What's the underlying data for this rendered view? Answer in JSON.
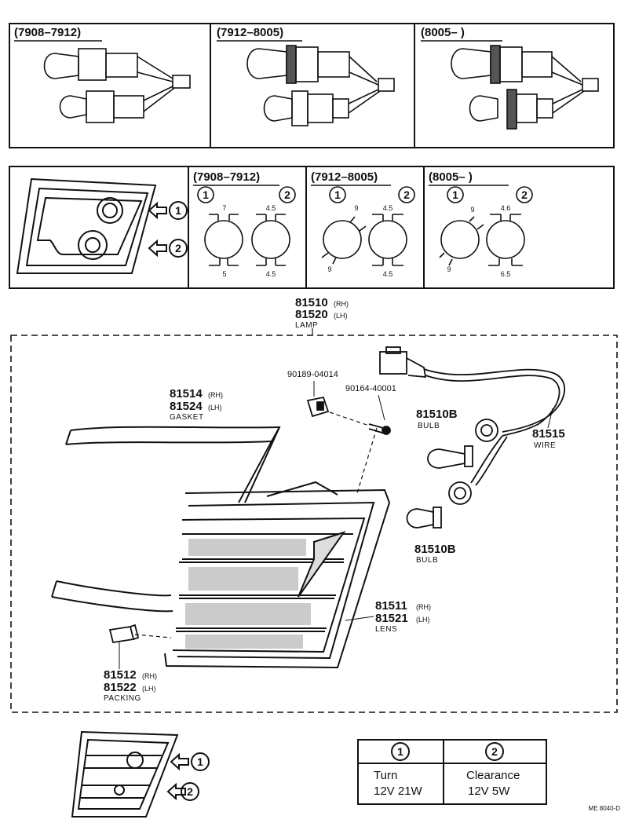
{
  "top_panels": [
    {
      "range": "(7908–7912)"
    },
    {
      "range": "(7912–8005)"
    },
    {
      "range": "(8005–       )"
    }
  ],
  "socket_panels": [
    {
      "range": "(7908–7912)",
      "dims_1": [
        "7",
        "5"
      ],
      "dims_2": [
        "4.5",
        "4.5"
      ]
    },
    {
      "range": "(7912–8005)",
      "dims_1": [
        "9",
        "9"
      ],
      "dims_2": [
        "4.5",
        "4.5"
      ]
    },
    {
      "range": "(8005–       )",
      "dims_1": [
        "9",
        "9"
      ],
      "dims_2": [
        "4.6",
        "6.5"
      ]
    }
  ],
  "markers": {
    "one": "1",
    "two": "2"
  },
  "parts": {
    "lamp": {
      "pn1": "81510",
      "s1": "(RH)",
      "pn2": "81520",
      "s2": "(LH)",
      "name": "LAMP"
    },
    "screw": {
      "pn": "90189-04014"
    },
    "bolt": {
      "pn": "90164-40001"
    },
    "gasket": {
      "pn1": "81514",
      "s1": "(RH)",
      "pn2": "81524",
      "s2": "(LH)",
      "name": "GASKET"
    },
    "bulb_upper": {
      "pn": "81510B",
      "name": "BULB"
    },
    "wire": {
      "pn": "81515",
      "name": "WIRE"
    },
    "bulb_lower": {
      "pn": "81510B",
      "name": "BULB"
    },
    "lens": {
      "pn1": "81511",
      "s1": "(RH)",
      "pn2": "81521",
      "s2": "(LH)",
      "name": "LENS"
    },
    "packing": {
      "pn1": "81512",
      "s1": "(RH)",
      "pn2": "81522",
      "s2": "(LH)",
      "name": "PACKING"
    }
  },
  "spec_table": {
    "col1": {
      "num": "1",
      "name": "Turn",
      "spec": "12V  21W"
    },
    "col2": {
      "num": "2",
      "name": "Clearance",
      "spec": "12V  5W"
    }
  },
  "footer_code": "ME 8040-D"
}
